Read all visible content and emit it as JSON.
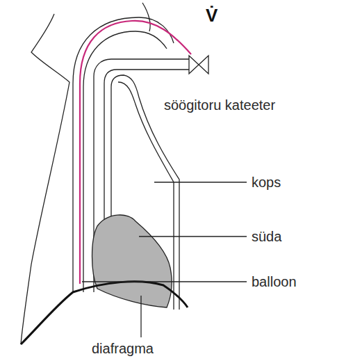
{
  "diagram": {
    "labels": [
      "V̇",
      "söögitoru kateeter",
      "kops",
      "süda",
      "balloon",
      "diafragma"
    ]
  }
}
